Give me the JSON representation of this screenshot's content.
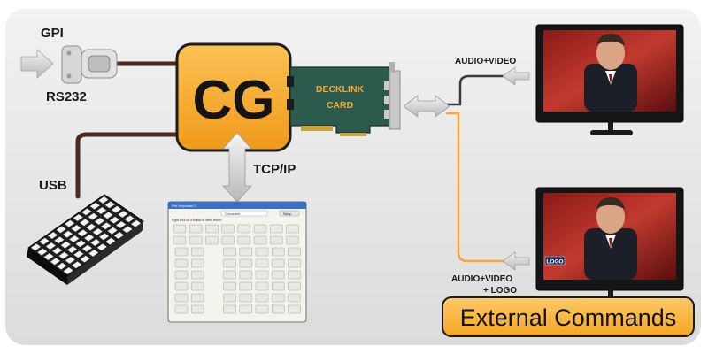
{
  "labels": {
    "gpi": "GPI",
    "rs232": "RS232",
    "usb": "USB",
    "tcpip": "TCP/IP",
    "cg": "CG",
    "card_line1": "DECKLINK",
    "card_line2": "CARD",
    "audio_video": "AUDIO+VIDEO",
    "audio_video_logo_line1": "AUDIO+VIDEO",
    "audio_video_logo_line2": "+ LOGO",
    "logo_overlay": "LOGO",
    "external_commands": "External Commands"
  },
  "panel_window": {
    "title": "Pro Keyboard 2",
    "status": "Connected",
    "setup_button": "Setup",
    "instruction": "Right click on a button to view/ record"
  },
  "colors": {
    "cg_box": "#f6a823",
    "cable_dark": "#4a2a1c",
    "cable_orange": "#f7a733",
    "badge_bg": "#fbb040",
    "card_green": "#2c5a4c",
    "card_text": "#f7a733",
    "background": "#e6e6e6"
  }
}
